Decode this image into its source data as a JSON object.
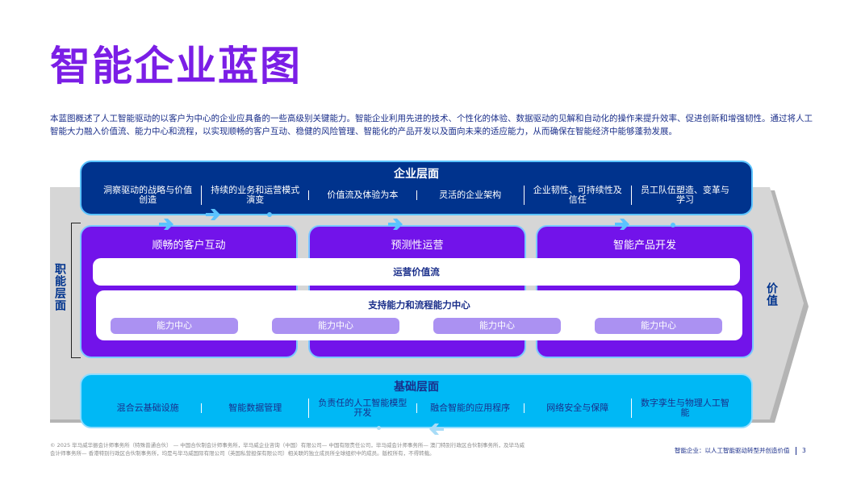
{
  "title": "智能企业蓝图",
  "intro": "本蓝图概述了人工智能驱动的以客户为中心的企业应具备的一些高级别关键能力。智能企业利用先进的技术、个性化的体验、数据驱动的见解和自动化的操作来提升效率、促进创新和增强韧性。通过将人工智能大力融入价值流、能力中心和流程，以实现顺畅的客户互动、稳健的风险管理、智能化的产品开发以及面向未来的适应能力，从而确保在智能经济中能够蓬勃发展。",
  "enterprise_layer": {
    "title": "企业层面",
    "items": [
      "洞察驱动的战略与价值创造",
      "持续的业务和运营模式演变",
      "价值流及体验为本",
      "灵活的企业架构",
      "企业韧性、可持续性及信任",
      "员工队伍塑造、变革与学习"
    ]
  },
  "functional_layer": {
    "label": "职能层面",
    "columns": [
      "顺畅的客户互动",
      "预测性运营",
      "智能产品开发"
    ],
    "value_stream": "运营价值流",
    "capability_title": "支持能力和流程能力中心",
    "capability_centers": [
      "能力中心",
      "能力中心",
      "能力中心",
      "能力中心"
    ]
  },
  "value_label": "价值",
  "foundation_layer": {
    "title": "基础层面",
    "items": [
      "混合云基础设施",
      "智能数据管理",
      "负责任的人工智能模型开发",
      "融合智能的应用程序",
      "网络安全与保障",
      "数字孪生与物理人工智能"
    ]
  },
  "footer": {
    "copyright": "© 2025 毕马威华振会计师事务所（特殊普通合伙） — 中国合伙制会计师事务所，毕马威企业咨询（中国）有限公司— 中国有限责任公司，毕马威会计师事务所— 澳门特别行政区合伙制事务所，及毕马威会计师事务所— 香港特别行政区合伙制事务所，均是与毕马威国际有限公司（英国私营担保有限公司）相关联的独立成员所全球组织中的成员。版权所有，不得转载。",
    "doc_title": "智能企业：以人工智能驱动转型并创造价值",
    "page_number": "3"
  },
  "colors": {
    "title_purple": "#7b1ee6",
    "enterprise_navy": "#00338d",
    "functional_purple": "#7213ea",
    "foundation_cyan": "#00b8f5",
    "capability_pill": "#ab91f2",
    "accent_light_blue": "#5bc3ff",
    "arrow_grey": "#d6d6d6"
  }
}
